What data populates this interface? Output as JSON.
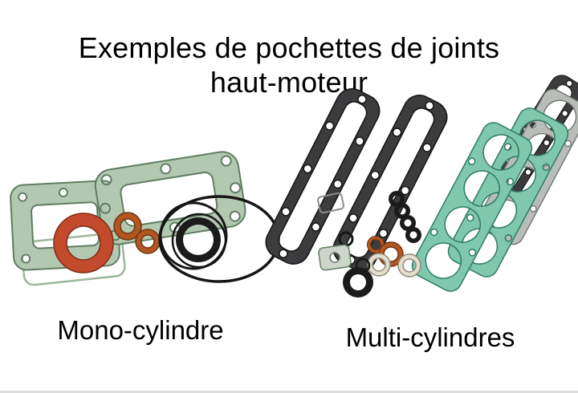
{
  "title": {
    "line1": "Exemples de pochettes de joints",
    "line2": "haut-moteur"
  },
  "captions": {
    "left": "Mono-cylindre",
    "right": "Multi-cylindres"
  },
  "illustration": {
    "colors": {
      "gasket_green": "#b3c8b0",
      "gasket_pale": "#ccd6c9",
      "gasket_teal": "#7fc8ad",
      "gasket_dark": "#3c3c3e",
      "gasket_gray": "#b9bdb9",
      "ring_copper": "#b2571f",
      "ring_red": "#c34a2c",
      "ring_black": "#1b1b1b",
      "ring_white": "#e4decf",
      "background": "#ffffff"
    }
  }
}
